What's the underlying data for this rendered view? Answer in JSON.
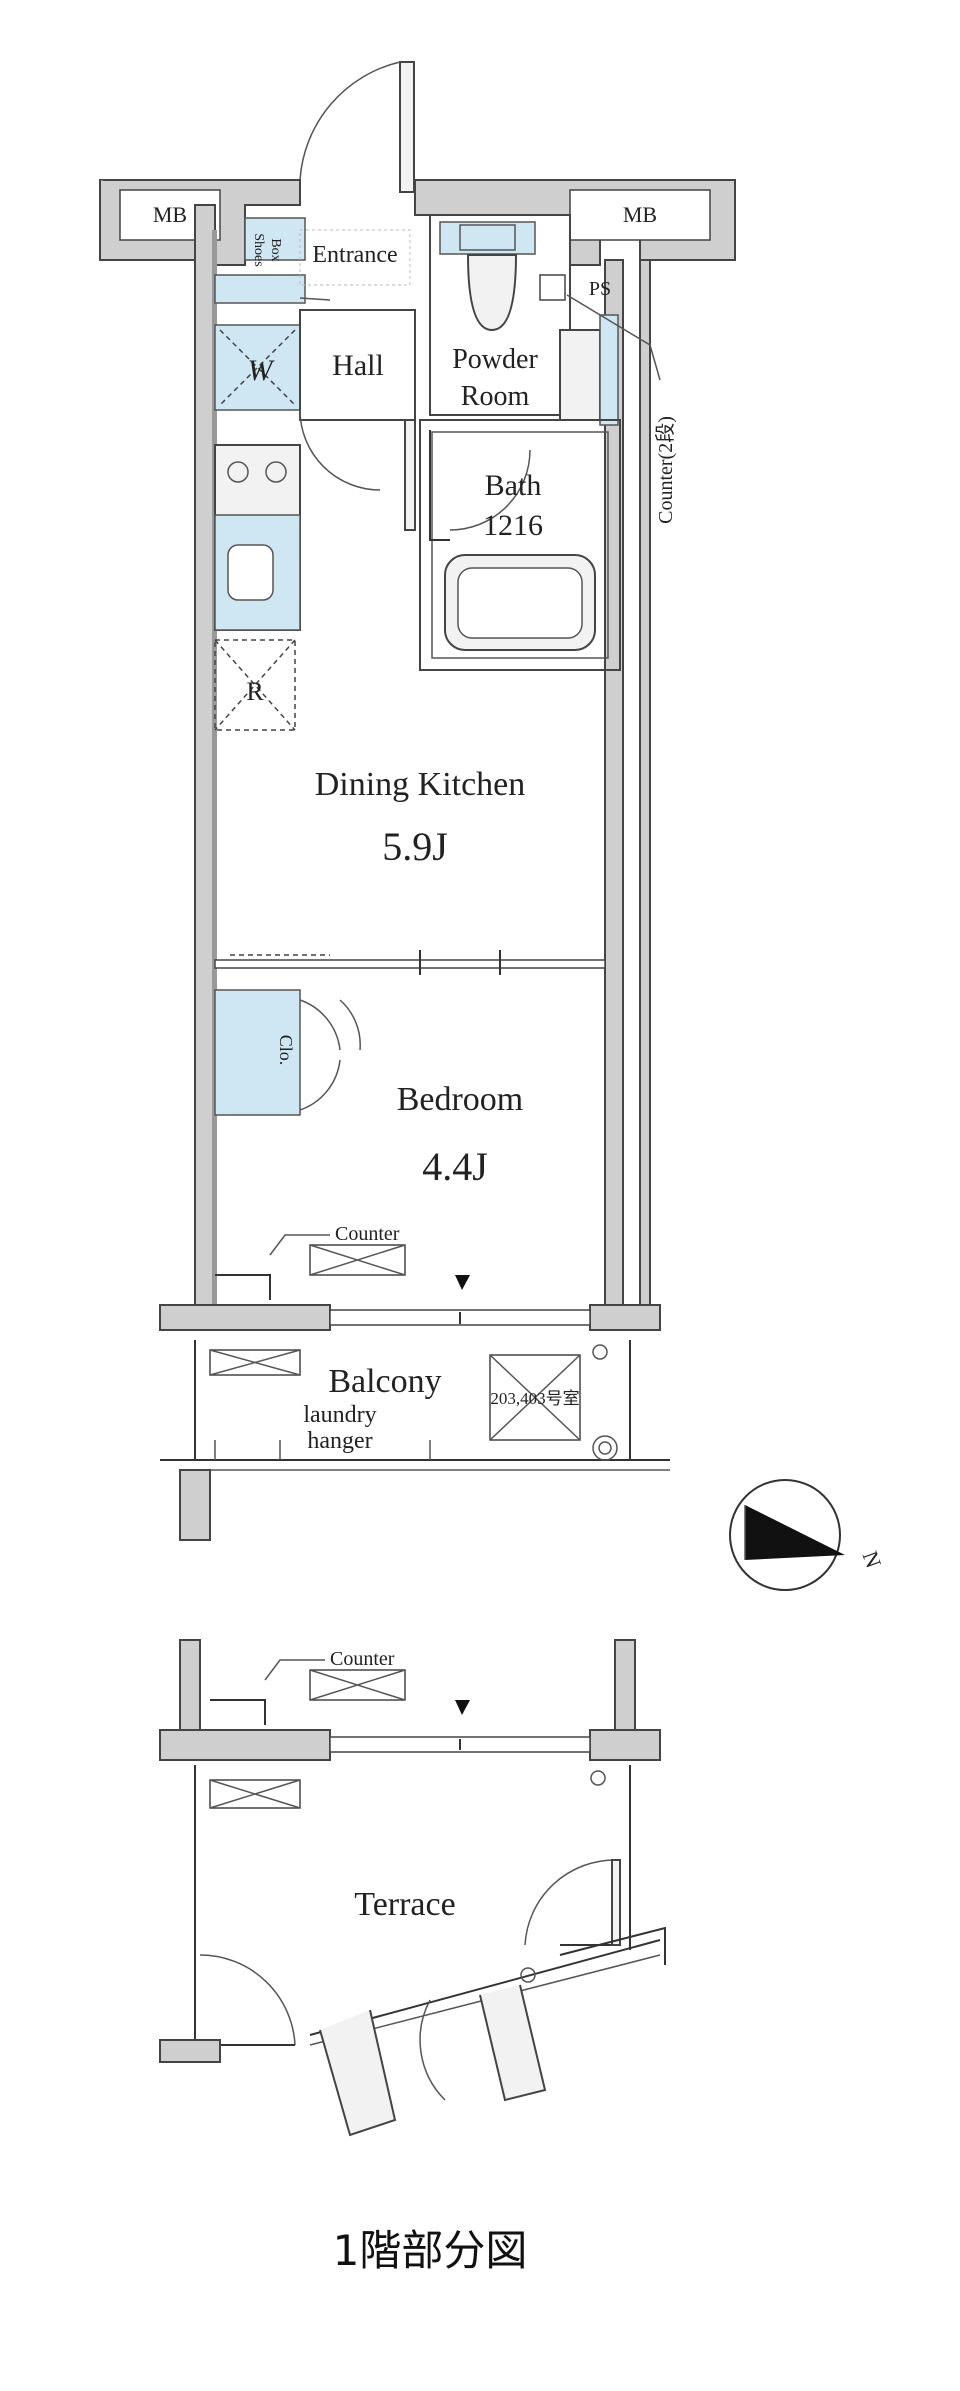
{
  "labels": {
    "mb_left": "MB",
    "mb_right": "MB",
    "entrance": "Entrance",
    "shoes_line1": "Shoes",
    "shoes_line2": "Box",
    "ps": "PS",
    "hall": "Hall",
    "wash": "W",
    "powder_line1": "Powder",
    "powder_line2": "Room",
    "bath_line1": "Bath",
    "bath_line2": "1216",
    "counter_right": "Counter(2段)",
    "refrigerator": "R",
    "dining_kitchen": "Dining Kitchen",
    "dining_kitchen_size": "5.9J",
    "closet": "Clo.",
    "bedroom": "Bedroom",
    "bedroom_size": "4.4J",
    "counter_bedroom": "Counter",
    "balcony": "Balcony",
    "laundry_line1": "laundry",
    "laundry_line2": "hanger",
    "unit_note": "203,403号室",
    "compass_n": "N",
    "counter_terrace": "Counter",
    "terrace": "Terrace",
    "caption": "1階部分図"
  }
}
